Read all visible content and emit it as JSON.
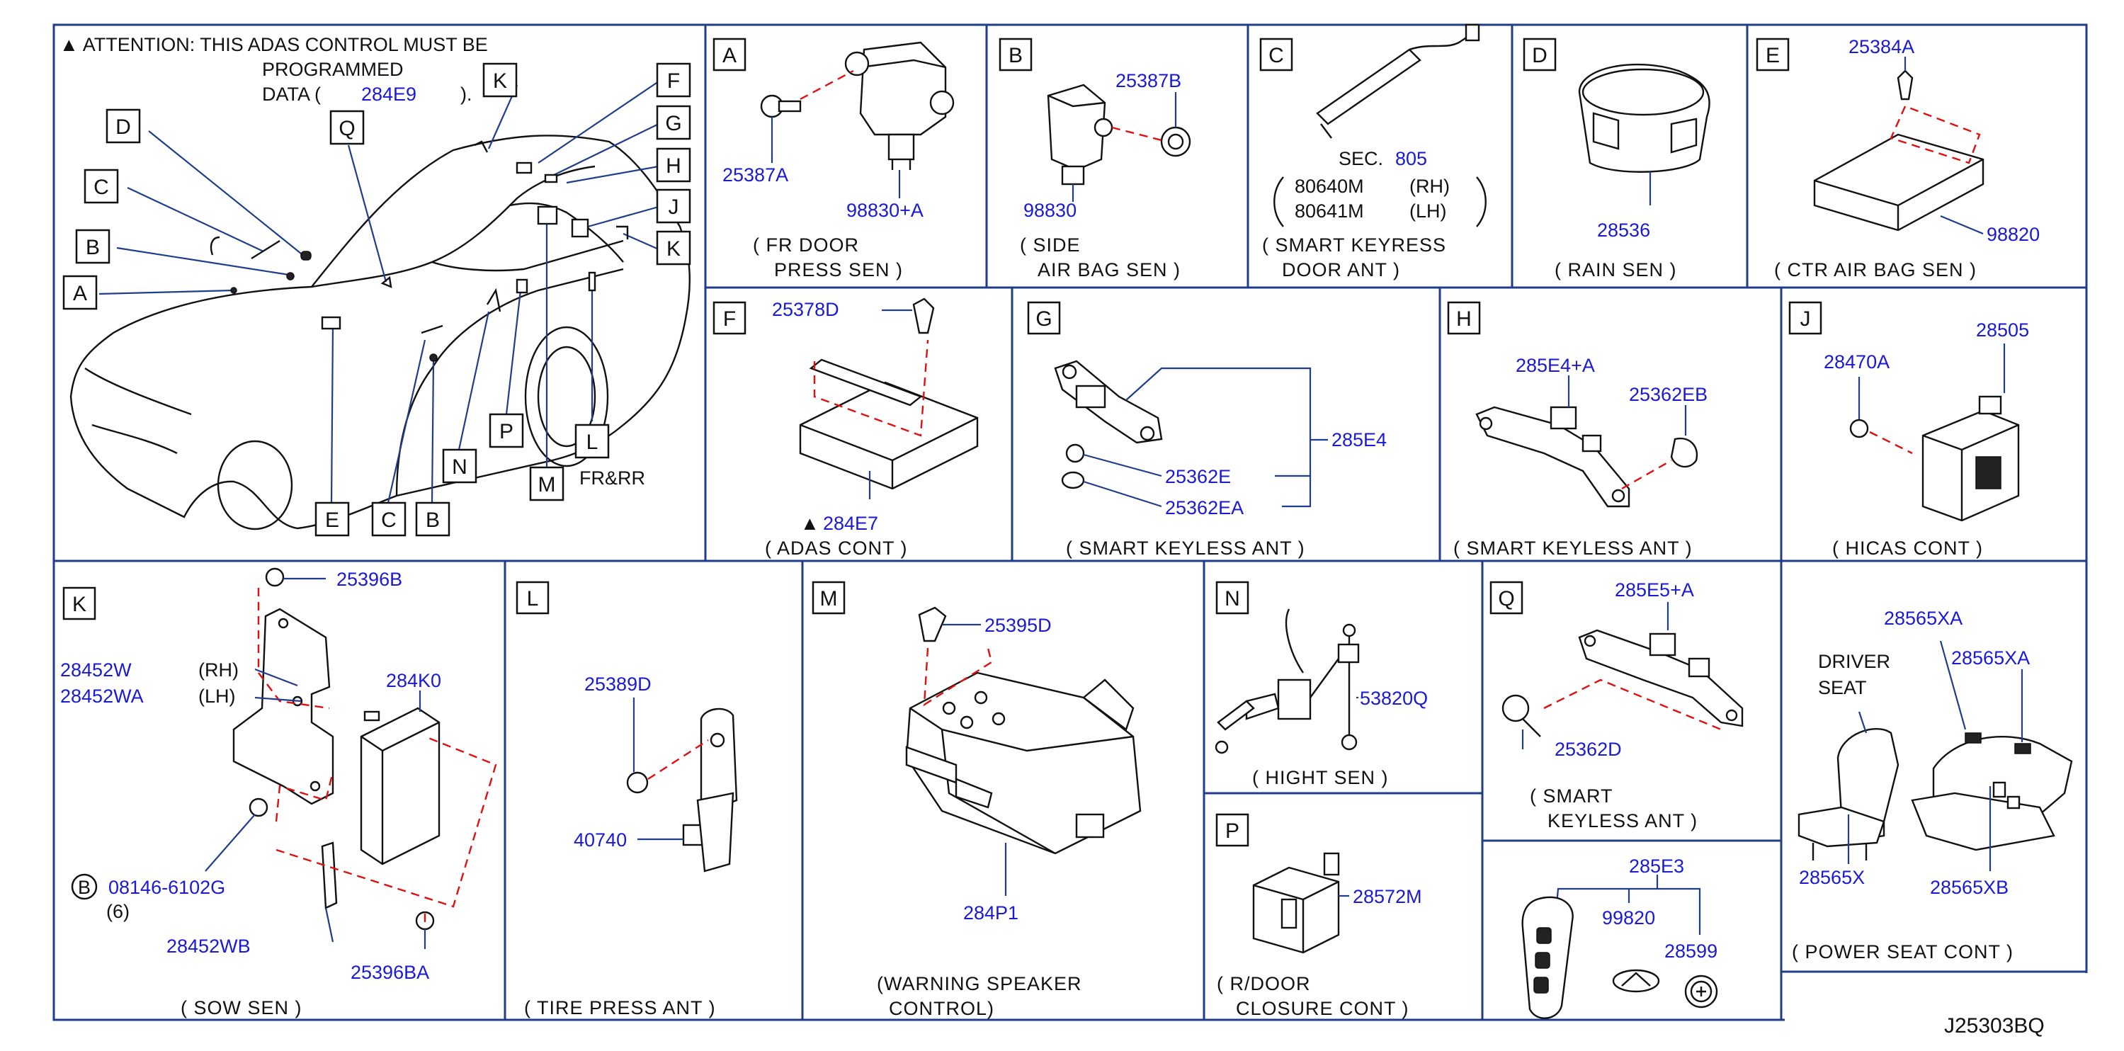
{
  "diagram_id": "J25303BQ",
  "attention": {
    "line1": "▲ ATTENTION:  THIS  ADAS  CONTROL  MUST  BE",
    "line2": "PROGRAMMED",
    "line3_prefix": "DATA  (",
    "line3_part": "284E9",
    "line3_suffix": ")."
  },
  "overview_callouts": {
    "D": "D",
    "C": "C",
    "B": "B",
    "A": "A",
    "Q": "Q",
    "K": "K",
    "F": "F",
    "G": "G",
    "H": "H",
    "J": "J",
    "K2": "K",
    "E": "E",
    "C2": "C",
    "B2": "B",
    "N": "N",
    "P": "P",
    "M": "M",
    "L": "L",
    "L_note": "FR&RR"
  },
  "panels": {
    "A": {
      "letter": "A",
      "parts": [
        "25387A",
        "98830+A"
      ],
      "caption1": "( FR   DOOR",
      "caption2": "PRESS   SEN )"
    },
    "B": {
      "letter": "B",
      "parts": [
        "25387B",
        "98830"
      ],
      "caption1": "( SIDE",
      "caption2": "AIR   BAG   SEN )"
    },
    "C": {
      "letter": "C",
      "sec_label": "SEC.",
      "sec_num": "805",
      "row1_num": "80640M",
      "row1_side": "(RH)",
      "row2_num": "80641M",
      "row2_side": "(LH)",
      "caption1": "( SMART   KEYRESS",
      "caption2": "DOOR   ANT )"
    },
    "D": {
      "letter": "D",
      "parts": [
        "28536"
      ],
      "caption1": "( RAIN   SEN )"
    },
    "E": {
      "letter": "E",
      "parts": [
        "25384A",
        "98820"
      ],
      "caption1": "( CTR   AIR   BAG   SEN )"
    },
    "F": {
      "letter": "F",
      "parts": [
        "25378D",
        "284E7"
      ],
      "mark": "▲",
      "caption1": "( ADAS   CONT )"
    },
    "G": {
      "letter": "G",
      "parts": [
        "285E4",
        "25362E",
        "25362EA"
      ],
      "caption1": "( SMART   KEYLESS   ANT )"
    },
    "H": {
      "letter": "H",
      "parts": [
        "285E4+A",
        "25362EB"
      ],
      "caption1": "( SMART   KEYLESS   ANT )"
    },
    "J": {
      "letter": "J",
      "parts": [
        "28470A",
        "28505"
      ],
      "caption1": "( HICAS   CONT )"
    },
    "K": {
      "letter": "K",
      "parts": [
        "25396B",
        "28452W",
        "28452WA",
        "284K0",
        "08146-6102G",
        "28452WB",
        "25396BA"
      ],
      "rh": "(RH)",
      "lh": "(LH)",
      "bolt_mark": "B",
      "qty": "(6)",
      "caption1": "( SOW   SEN )"
    },
    "L": {
      "letter": "L",
      "parts": [
        "25389D",
        "40740"
      ],
      "caption1": "( TIRE   PRESS   ANT )"
    },
    "M": {
      "letter": "M",
      "parts": [
        "25395D",
        "284P1"
      ],
      "caption1": "(WARNING   SPEAKER",
      "caption2": "CONTROL)"
    },
    "N": {
      "letter": "N",
      "parts": [
        "53820Q"
      ],
      "caption1": "( HIGHT   SEN )"
    },
    "P": {
      "letter": "P",
      "parts": [
        "28572M"
      ],
      "caption1": "( R/DOOR",
      "caption2": "CLOSURE   CONT )"
    },
    "Q": {
      "letter": "Q",
      "parts": [
        "285E5+A",
        "25362D"
      ],
      "caption1": "( SMART",
      "caption2": "KEYLESS   ANT )"
    },
    "KEY": {
      "parts": [
        "285E3",
        "99820",
        "28599"
      ]
    },
    "SEAT": {
      "parts": [
        "28565XA",
        "28565XA",
        "28565X",
        "28565XB"
      ],
      "driver1": "DRIVER",
      "driver2": "SEAT",
      "caption1": "( POWER   SEAT   CONT )"
    }
  },
  "colors": {
    "part_number": "#1a1ad6",
    "grid_line": "#1f3d8a",
    "dashed_outline": "#e01010",
    "text": "#111111"
  },
  "icons": [
    "car-outline",
    "pressure-sensor",
    "airbag-sensor",
    "door-antenna",
    "rain-sensor",
    "control-module",
    "antenna-bracket",
    "hicas-module",
    "bracket-sensor",
    "tire-pressure-antenna",
    "speaker-control-unit",
    "height-sensor",
    "door-closure-unit",
    "smart-key-fob",
    "emblem",
    "coin-battery",
    "power-seat"
  ]
}
